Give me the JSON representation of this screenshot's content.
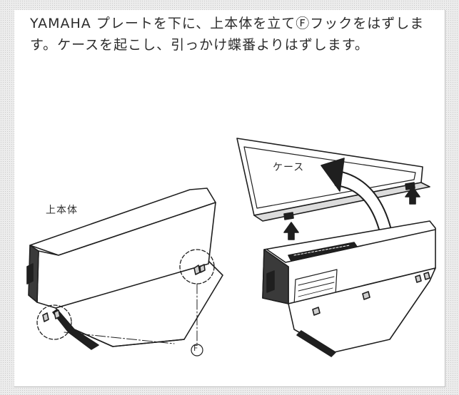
{
  "instruction": "YAMAHA プレートを下に、上本体を立てⒻフックをはずします。ケースを起こし、引っかけ蝶番よりはずします。",
  "labels": {
    "upper_body": "上本体",
    "case": "ケース",
    "hook": "F"
  }
}
